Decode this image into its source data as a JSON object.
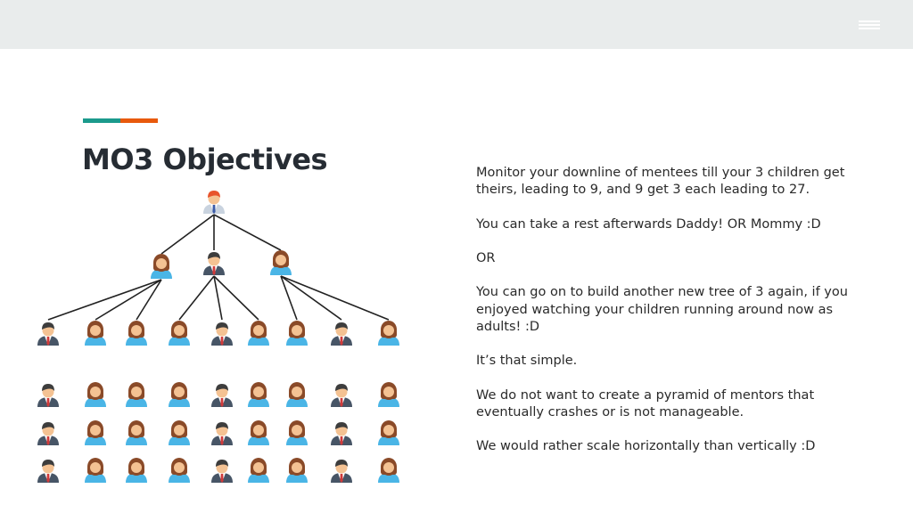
{
  "header": {
    "menu_icon": "hamburger-icon"
  },
  "accent_colors": [
    "#1b9a8c",
    "#e8590c"
  ],
  "title": "MO3 Objectives",
  "paragraphs": [
    "Monitor your downline of mentees till your 3 children get theirs, leading to 9, and 9 get 3 each leading to 27.",
    "You can take a rest afterwards Daddy! OR Mommy :D",
    "OR",
    "You can go on to build another new tree of 3 again, if you enjoyed watching your children running around now as adults! :D",
    "It’s that simple.",
    "We do not want to create a pyramid of mentors that eventually crashes or is not manageable.",
    "We would rather scale horizontally than vertically :D"
  ],
  "diagram": {
    "root": {
      "person": "man-redhead"
    },
    "children": [
      {
        "person": "woman",
        "grandchildren": [
          "man",
          "woman",
          "woman"
        ]
      },
      {
        "person": "man",
        "grandchildren": [
          "woman",
          "man",
          "woman"
        ]
      },
      {
        "person": "woman",
        "grandchildren": [
          "woman",
          "man",
          "woman"
        ]
      }
    ],
    "extra_rows": [
      [
        "man",
        "woman",
        "woman",
        "woman",
        "man",
        "woman",
        "woman",
        "man",
        "woman"
      ],
      [
        "man",
        "woman",
        "woman",
        "woman",
        "man",
        "woman",
        "woman",
        "man",
        "woman"
      ],
      [
        "man",
        "woman",
        "woman",
        "woman",
        "man",
        "woman",
        "woman",
        "man",
        "woman"
      ]
    ],
    "colors": {
      "skin": "#f4c293",
      "woman_hair": "#8a4a28",
      "man_hair": "#3d3d3d",
      "redhead_hair": "#e8532c",
      "woman_shirt": "#4ab5e6",
      "man_suit": "#475566",
      "man_shirt": "#ffffff",
      "tie": "#d13a3a",
      "line": "#222222"
    }
  }
}
